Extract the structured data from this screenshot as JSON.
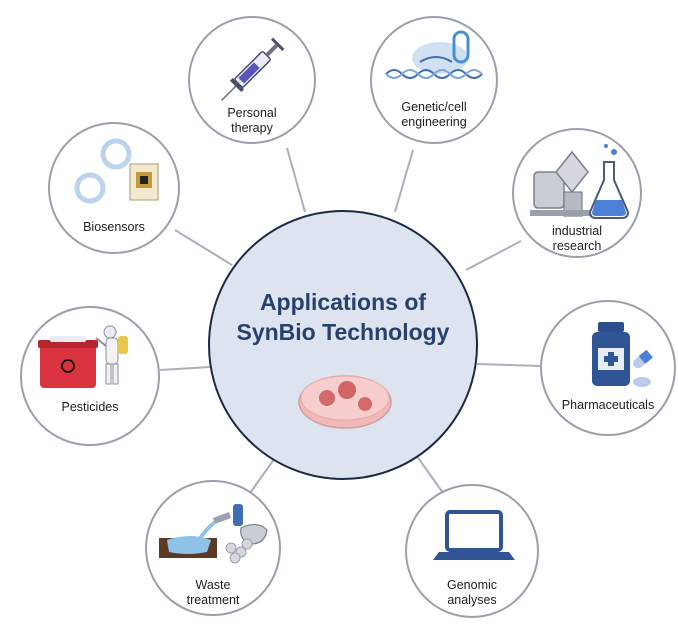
{
  "center": {
    "title_line1": "Applications of",
    "title_line2": "SynBio Technology",
    "icon": "petri-dish-icon",
    "accent": "#27406c",
    "fill": "#dde3ef"
  },
  "nodes": {
    "personal_therapy": {
      "label": "Personal\ntherapy",
      "icon": "syringe-icon"
    },
    "genetic_cell": {
      "label": "Genetic/cell\nengineering",
      "icon": "dna-plasmid-icon"
    },
    "industrial": {
      "label": "industrial\nresearch",
      "icon": "lab-equipment-icon"
    },
    "pharma": {
      "label": "Pharmaceuticals",
      "icon": "medicine-bottle-icon"
    },
    "genomic": {
      "label": "Genomic\nanalyses",
      "icon": "laptop-icon"
    },
    "waste": {
      "label": "Waste\ntreatment",
      "icon": "waste-water-icon"
    },
    "pesticides": {
      "label": "Pesticides",
      "icon": "hazard-sprayer-icon"
    },
    "biosensors": {
      "label": "Biosensors",
      "icon": "biosensor-chip-icon"
    }
  },
  "colors": {
    "node_border": "#9a9fa9",
    "connector": "#aab0ba",
    "center_border": "#1d2a44"
  }
}
